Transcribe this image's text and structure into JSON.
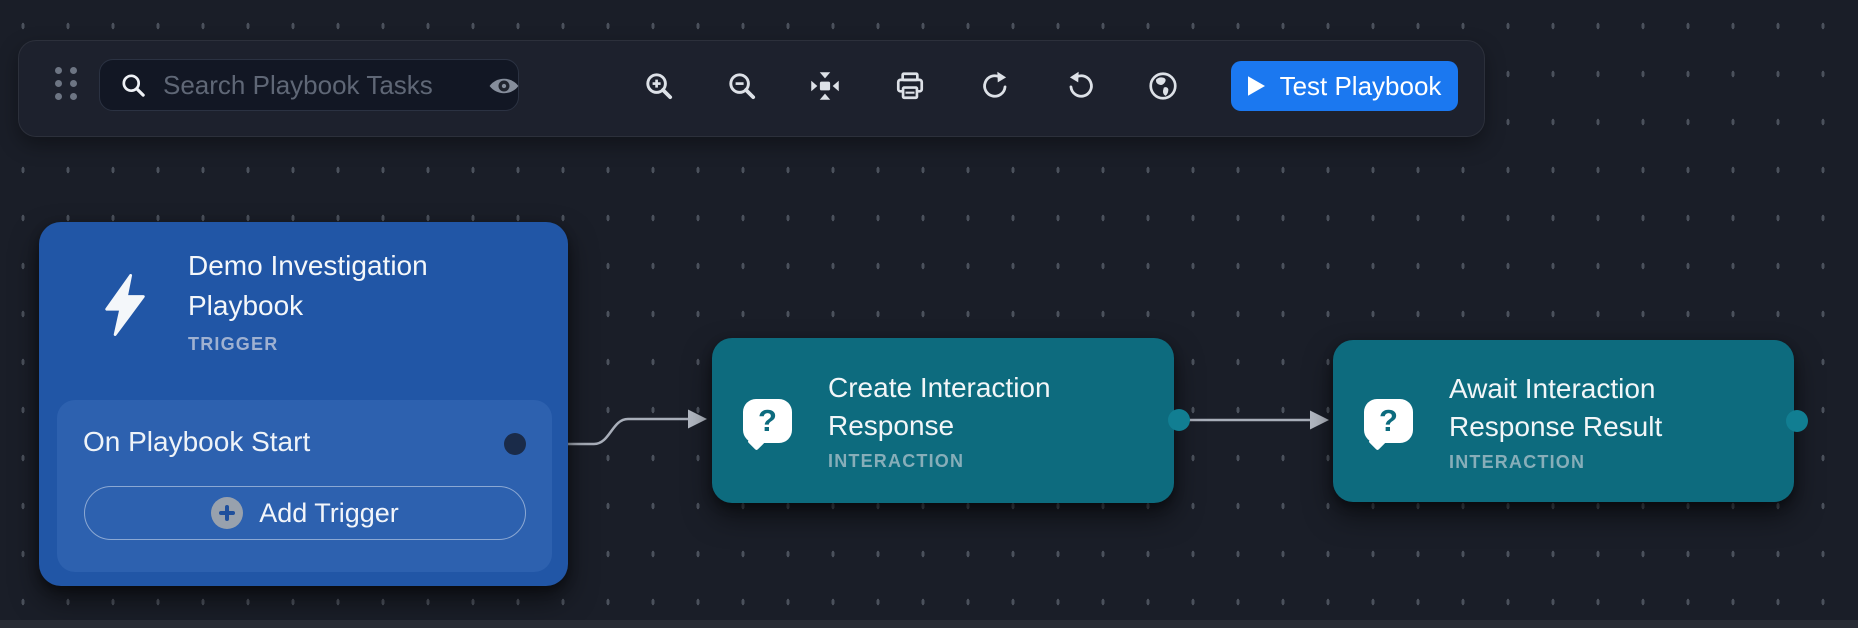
{
  "toolbar": {
    "drag_handle_icon": "drag-handle-icon",
    "search": {
      "placeholder": "Search Playbook Tasks",
      "icon": "search-icon"
    },
    "icons": [
      "eye-icon",
      "zoom-in-icon",
      "zoom-out-icon",
      "fit-view-icon",
      "print-icon",
      "redo-icon",
      "undo-icon",
      "globe-icon"
    ],
    "test_button": {
      "label": "Test Playbook",
      "icon": "play-icon",
      "color": "#1b78f0"
    }
  },
  "nodes": {
    "trigger": {
      "title": "Demo Investigation Playbook",
      "type_label": "TRIGGER",
      "icon": "lightning-icon",
      "color": "#2156a6",
      "sub_item_label": "On Playbook Start",
      "add_button_label": "Add Trigger",
      "add_button_icon": "plus-icon"
    },
    "create_interaction": {
      "title": "Create Interaction Response",
      "type_label": "INTERACTION",
      "icon": "question-bubble-icon",
      "icon_glyph": "?",
      "color": "#0d6b7e"
    },
    "await_interaction": {
      "title": "Await Interaction Response Result",
      "type_label": "INTERACTION",
      "icon": "question-bubble-icon",
      "icon_glyph": "?",
      "color": "#0d6b7e"
    }
  },
  "canvas_colors": {
    "background": "#1a1e28",
    "grid_dot": "#4b515c",
    "connector": "#a8aeb9",
    "trigger_port": "#1a2b49",
    "teal_port": "#117e92"
  }
}
